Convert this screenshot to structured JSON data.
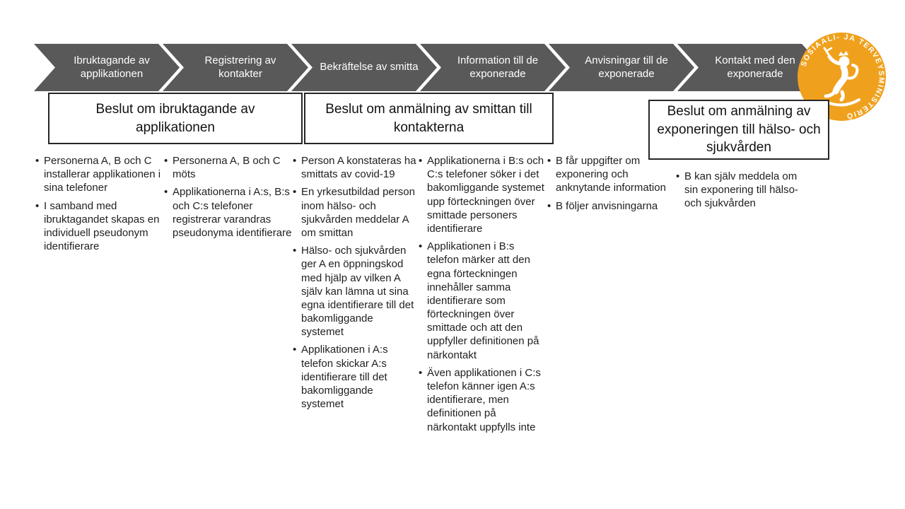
{
  "colors": {
    "chevron_gray": "#595959",
    "logo_orange": "#efa11d",
    "box_border": "#262626",
    "text": "#1f1f1f"
  },
  "chevrons": [
    {
      "label": "Ibruktagande av applikationen"
    },
    {
      "label": "Registrering av kontakter"
    },
    {
      "label": "Bekräftelse av smitta"
    },
    {
      "label": "Information till de exponerade"
    },
    {
      "label": "Anvisningar till de exponerade"
    },
    {
      "label": "Kontakt med den exponerade"
    }
  ],
  "decision_boxes": [
    {
      "title": "Beslut om ibruktagande av applikationen"
    },
    {
      "title": "Beslut om anmälning av smittan till kontakterna"
    },
    {
      "title": "Beslut om anmälning av exponeringen till hälso- och sjukvården"
    }
  ],
  "columns": [
    {
      "bullets": [
        "Personerna A, B och C installerar applikationen i sina telefoner",
        "I samband med ibruktagandet skapas en individuell pseudonym identifierare"
      ]
    },
    {
      "bullets": [
        "Personerna A, B och C möts",
        "Applikationerna i A:s, B:s och C:s telefoner registrerar varandras pseudonyma identifierare"
      ]
    },
    {
      "bullets": [
        "Person A konstateras ha smittats av covid-19",
        "En yrkesutbildad person inom hälso- och sjukvården meddelar A om smittan",
        "Hälso- och sjukvården ger A en öppningskod med hjälp av vilken A själv kan lämna ut sina egna identifierare till det bakomliggande systemet",
        "Applikationen i A:s telefon skickar A:s identifierare till det bakomliggande systemet"
      ]
    },
    {
      "bullets": [
        "Applikationerna i B:s och C:s telefoner söker i det bakomliggande systemet upp förteckningen över smittade personers identifierare",
        "Applikationen i B:s telefon märker att den egna förteckningen innehåller samma identifierare som förteckningen över smittade och att den uppfyller definitionen på närkontakt",
        "Även applikationen i C:s telefon känner igen A:s identifierare, men definitionen på närkontakt uppfylls inte"
      ]
    },
    {
      "bullets": [
        "B får uppgifter om exponering och anknytande information",
        "B följer anvisningarna"
      ]
    },
    {
      "bullets": [
        "B kan själv meddela om sin exponering till hälso- och sjukvården"
      ]
    }
  ],
  "logo": {
    "ring_text": "SOSIAALI- JA TERVEYSMINISTERIÖ"
  }
}
